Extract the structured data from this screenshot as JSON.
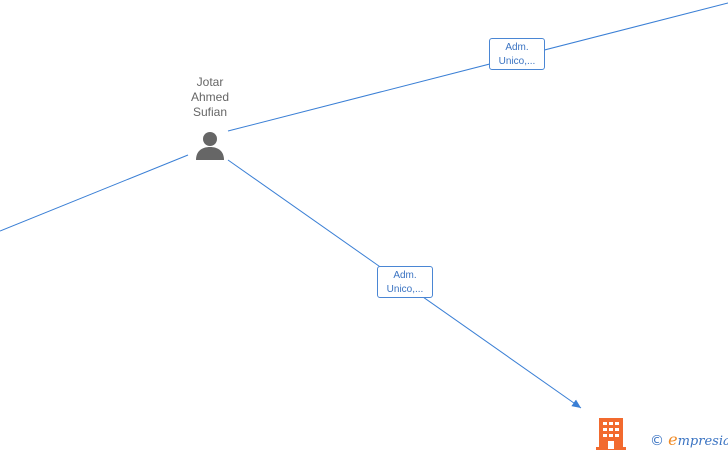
{
  "person": {
    "name": "Jotar\nAhmed\nSufian"
  },
  "edges": [
    {
      "role_line1": "Adm.",
      "role_line2": "Unico,..."
    },
    {
      "role_line1": "Adm.",
      "role_line2": "Unico,..."
    }
  ],
  "colors": {
    "edge": "#3a7fd5",
    "person_icon": "#666666",
    "company_icon": "#f26a2e",
    "watermark": "#3a73c2"
  },
  "watermark": {
    "copyright": "©",
    "brand_initial": "e",
    "brand_rest": "mpresia"
  }
}
